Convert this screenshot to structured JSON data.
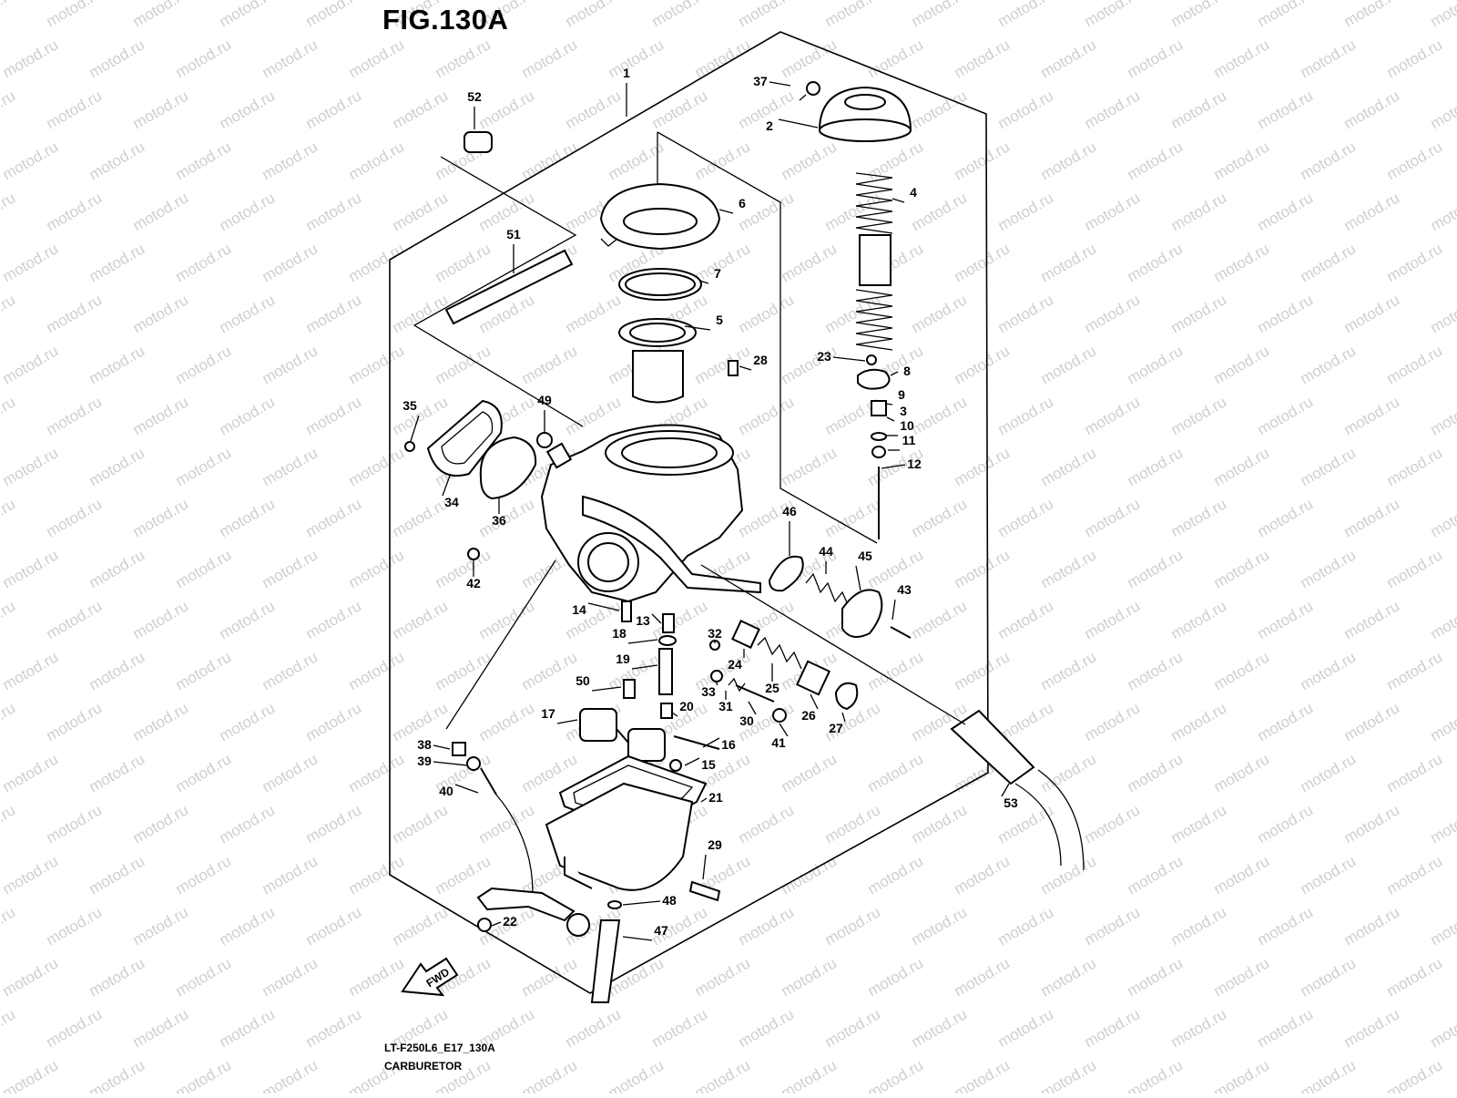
{
  "figure": {
    "title": "FIG.130A",
    "code": "LT-F250L6_E17_130A",
    "name": "CARBURETOR",
    "watermark": "motod.ru",
    "fwd_label": "FWD"
  },
  "callouts": [
    "1",
    "2",
    "3",
    "4",
    "5",
    "6",
    "7",
    "8",
    "9",
    "10",
    "11",
    "12",
    "13",
    "14",
    "15",
    "16",
    "17",
    "18",
    "19",
    "20",
    "21",
    "22",
    "23",
    "24",
    "25",
    "26",
    "27",
    "28",
    "29",
    "30",
    "31",
    "32",
    "33",
    "34",
    "35",
    "36",
    "37",
    "38",
    "39",
    "40",
    "41",
    "42",
    "43",
    "44",
    "45",
    "46",
    "47",
    "48",
    "49",
    "50",
    "51",
    "52",
    "53"
  ],
  "colors": {
    "ink": "#000000",
    "watermark": "#cfcfcf",
    "background": "#ffffff"
  },
  "icons": {
    "fwd": "forward-arrow-icon"
  }
}
